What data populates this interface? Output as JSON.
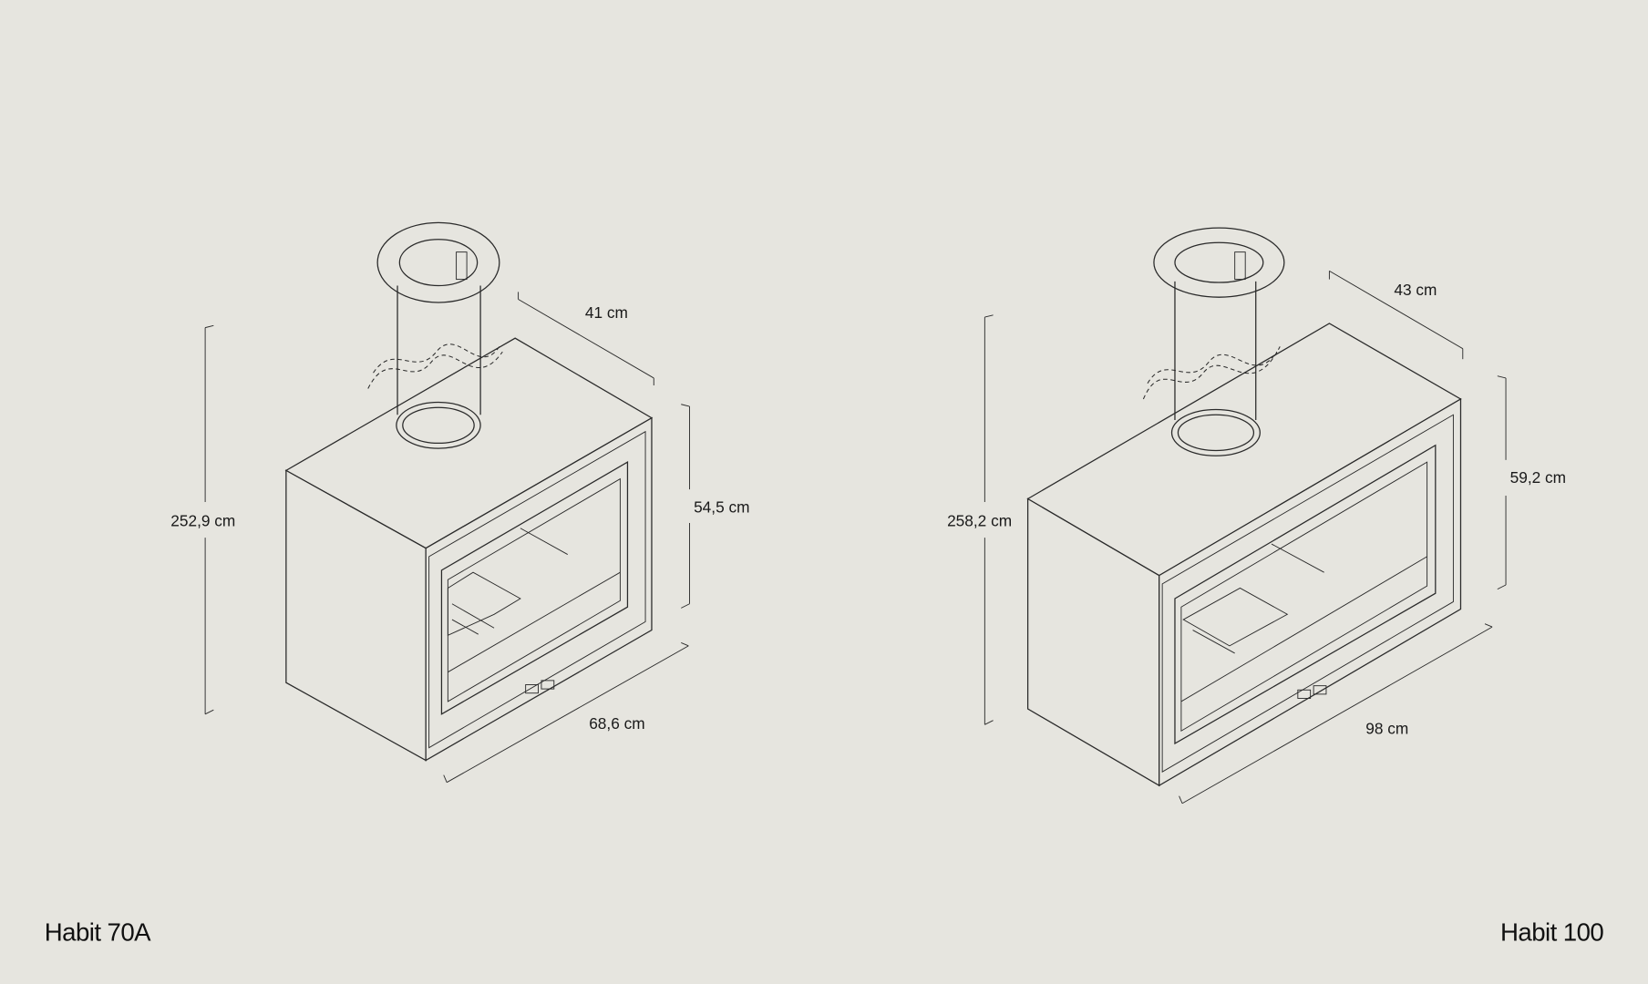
{
  "products": [
    {
      "name": "Habit 70A",
      "dimensions": {
        "total_height": "252,9 cm",
        "depth": "41 cm",
        "body_height": "54,5 cm",
        "width": "68,6 cm"
      }
    },
    {
      "name": "Habit 100",
      "dimensions": {
        "total_height": "258,2 cm",
        "depth": "43 cm",
        "body_height": "59,2 cm",
        "width": "98 cm"
      }
    }
  ]
}
